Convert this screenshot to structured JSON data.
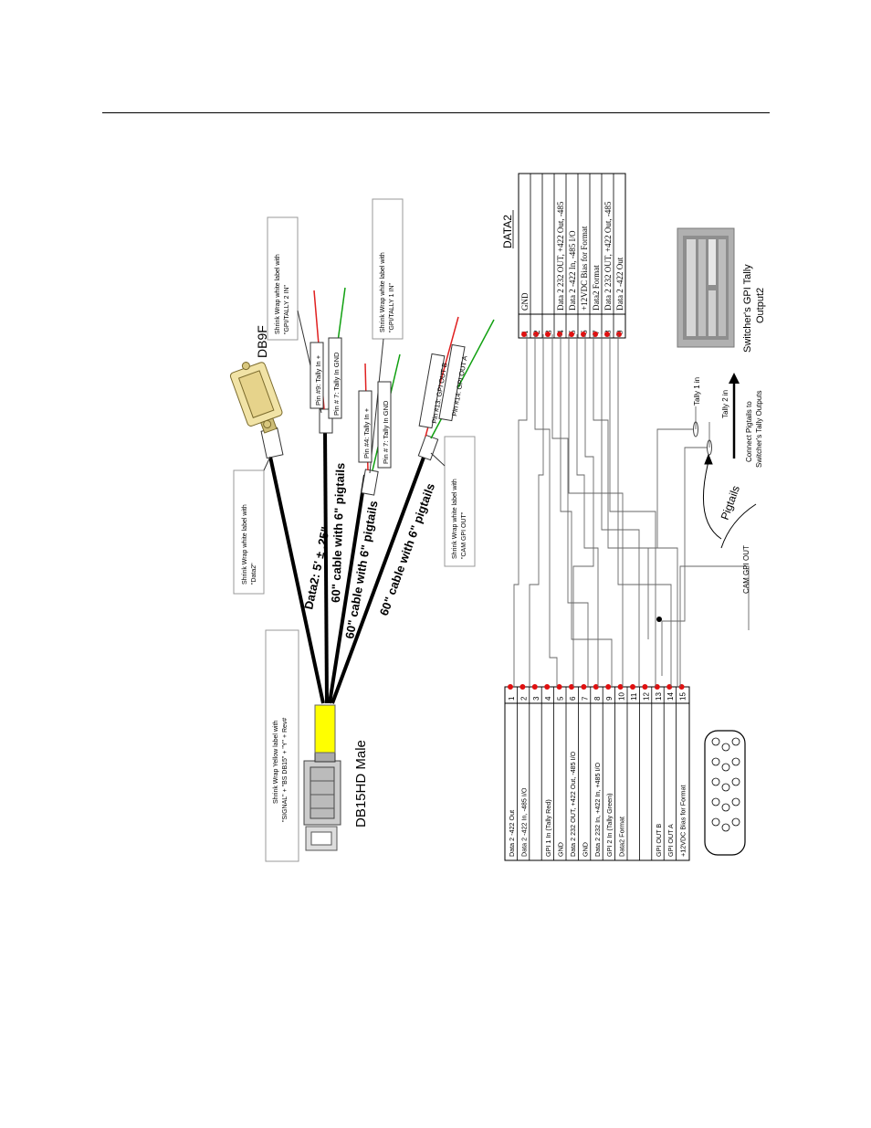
{
  "labels": {
    "db9f": "DB9F",
    "db15": "DB15HD Male",
    "data2_len": "Data2: 5' ± .25\"",
    "cable1": "60\" cable with 6\" pigtails",
    "cable2": "60\" cable with 6\" pigtails",
    "cable3": "60\" cable with 6\" pigtails",
    "shrink_yellow_1": "Shrink Wrap Yellow label with",
    "shrink_yellow_2": "\"SIGNAL\" + \"BS DB15\" + \"Y\" + Rev#",
    "shrink_data2_1": "Shrink Wrap white label with",
    "shrink_data2_2": "\"Data2\"",
    "shrink_tally2_1": "Shrink Wrap white label with",
    "shrink_tally2_2": "\"GPI/TALLY 2 IN\"",
    "shrink_tally1_1": "Shrink Wrap white label with",
    "shrink_tally1_2": "\"GPI/TALLY 1 IN\"",
    "shrink_gpiout_1": "Shrink Wrap white label with",
    "shrink_gpiout_2": "\"CAM GPI OUT\"",
    "pin9": "Pin #9: Tally In +",
    "pin7a": "Pin # 7: Tally In GND",
    "pin4": "Pin #4: Tally In +",
    "pin7b": "Pin # 7: Tally In GND",
    "pin13": "Pin #13: GPI OUT B",
    "pin14": "Pin #14: GPI OUT A",
    "data2_title": "DATA2",
    "tally1": "Tally 1 in",
    "tally2": "Tally 2 in",
    "pigtails": "Pigtails",
    "cam_gpi_out": "CAM GPI OUT",
    "connect_1": "Connect Pigtails to",
    "connect_2": "Switcher's Tally Outputs",
    "switcher_1": "Switcher's GPI Tally",
    "switcher_2": "Output2"
  },
  "db15_table": [
    {
      "pin": "1",
      "signal": "Data 2 -422 Out"
    },
    {
      "pin": "2",
      "signal": "Data 2 -422 In, -485 I/O"
    },
    {
      "pin": "3",
      "signal": ""
    },
    {
      "pin": "4",
      "signal": "GPI 1 In (Tally Red)"
    },
    {
      "pin": "5",
      "signal": "GND"
    },
    {
      "pin": "6",
      "signal": "Data 2 232 OUT, +422 Out, -485 I/O"
    },
    {
      "pin": "7",
      "signal": "GND"
    },
    {
      "pin": "8",
      "signal": "Data 2 232 In, +422 In, +485 I/O"
    },
    {
      "pin": "9",
      "signal": "GPI 2 In (Tally Green)"
    },
    {
      "pin": "10",
      "signal": "Data2 Format"
    },
    {
      "pin": "11",
      "signal": ""
    },
    {
      "pin": "12",
      "signal": ""
    },
    {
      "pin": "13",
      "signal": "GPI OUT B"
    },
    {
      "pin": "14",
      "signal": "GPI OUT A"
    },
    {
      "pin": "15",
      "signal": "+12VDC Bias for Format"
    }
  ],
  "data2_table": [
    {
      "pin": "1",
      "signal": "GND"
    },
    {
      "pin": "2",
      "signal": ""
    },
    {
      "pin": "3",
      "signal": ""
    },
    {
      "pin": "4",
      "signal": "Data 2 232 OUT, +422 Out, -485"
    },
    {
      "pin": "5",
      "signal": "Data 2 -422 In, -485 I/O"
    },
    {
      "pin": "6",
      "signal": "+12VDC Bias for Format"
    },
    {
      "pin": "7",
      "signal": "Data2 Format"
    },
    {
      "pin": "8",
      "signal": "Data 2 232 OUT, +422 Out, -485"
    },
    {
      "pin": "9",
      "signal": "Data 2 -422 Out"
    }
  ]
}
